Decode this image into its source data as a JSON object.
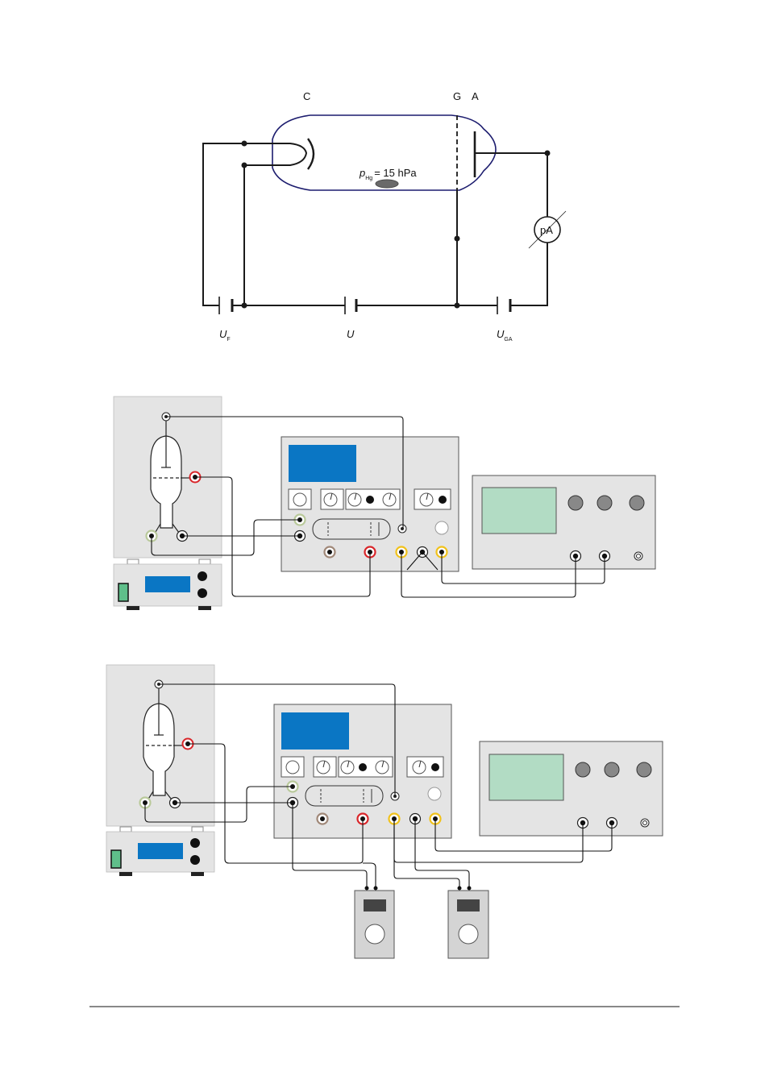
{
  "schematic": {
    "electrodes": {
      "cathode": "C",
      "grid": "G",
      "anode": "A"
    },
    "pressure": {
      "symbol": "p",
      "subscript": "Hg",
      "value_text": "= 15 hPa"
    },
    "ammeter": "pA",
    "voltages": {
      "filament": {
        "symbol": "U",
        "subscript": "F"
      },
      "accelerating": {
        "symbol": "U",
        "subscript": ""
      },
      "counter": {
        "symbol": "U",
        "subscript": "GA"
      }
    }
  },
  "colors": {
    "line": "#1a1a1a",
    "tube_outline": "#1c1c6e",
    "panel": "#e4e4e4",
    "display_blue": "#0a76c4",
    "scope_screen": "#b2dcc4",
    "socket_red": "#d9262a",
    "socket_yellow": "#f1c21b",
    "socket_green": "#b9c99a",
    "socket_brown": "#a08878",
    "power_switch": "#5fbf8a",
    "multimeter_body": "#d4d4d4"
  }
}
